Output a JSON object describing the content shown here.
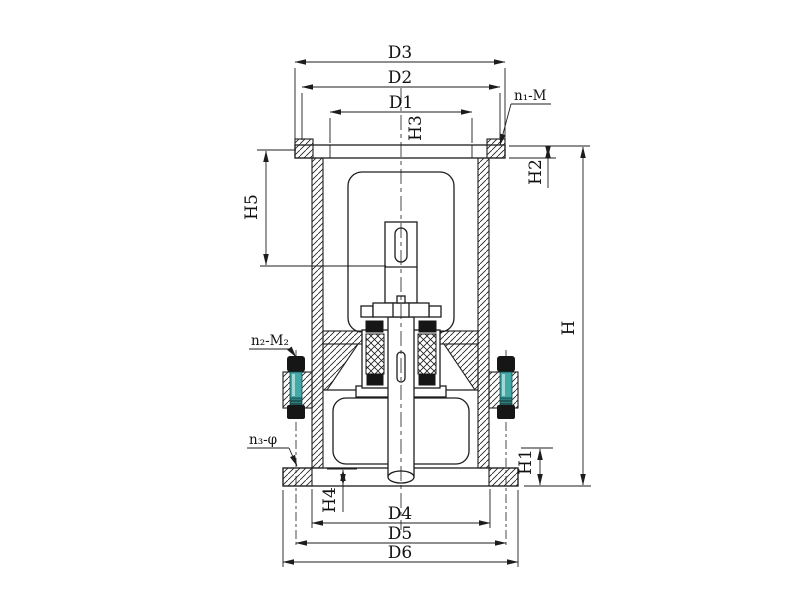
{
  "drawing": {
    "type": "engineering-section-drawing",
    "subject": "vertical agitator / pump mounting assembly cross-section",
    "labels": {
      "D1": "D1",
      "D2": "D2",
      "D3": "D3",
      "D4": "D4",
      "D5": "D5",
      "D6": "D6",
      "H": "H",
      "H1": "H1",
      "H2": "H2",
      "H3": "H3",
      "H4": "H4",
      "H5": "H5",
      "n1": "n₁-M",
      "n2": "n₂-M₂",
      "n3": "n₃-φ"
    },
    "colors": {
      "background": "#ffffff",
      "line": "#1d1d1d",
      "bolt_teal": "#44a8a6",
      "bolt_thread_teal": "#2e7f7d",
      "bolt_dark": "#161616"
    }
  }
}
